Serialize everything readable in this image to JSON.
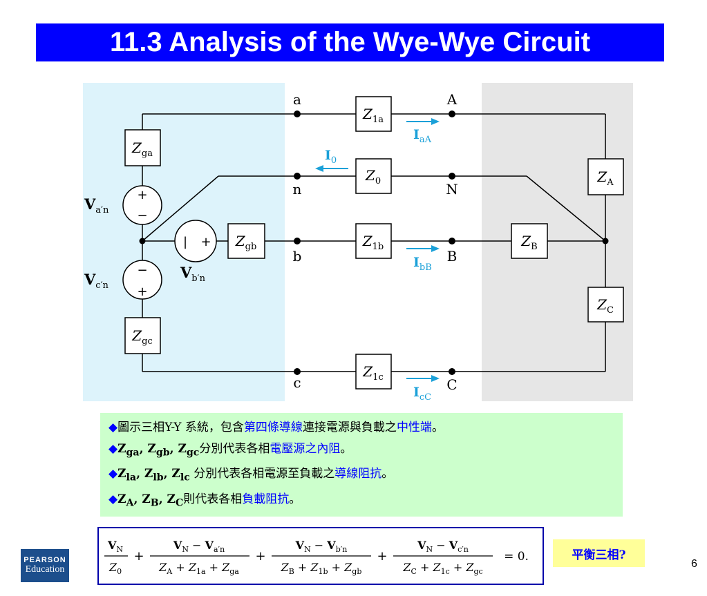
{
  "title": "11.3 Analysis of the Wye-Wye Circuit",
  "colors": {
    "title_bg": "#0000ff",
    "source_bg": "#ddf3fb",
    "load_bg": "#e6e6e6",
    "current_arrow": "#1aa0d8",
    "desc_bg": "#ccffcc",
    "note_bg": "#ffff99"
  },
  "circuit": {
    "nodes": {
      "a": "a",
      "A": "A",
      "n": "n",
      "N": "N",
      "b": "b",
      "B": "B",
      "c": "c",
      "C": "C"
    },
    "impedances": {
      "Zga": "ga",
      "Zgb": "gb",
      "Zgc": "gc",
      "Z1a": "1a",
      "Z0": "0",
      "Z1b": "1b",
      "Z1c": "1c",
      "ZA": "A",
      "ZB": "B",
      "ZC": "C"
    },
    "currents": {
      "IaA": "aA",
      "I0": "0",
      "IbB": "bB",
      "IcC": "cC"
    },
    "sources": {
      "Van": "a′n",
      "Vbn": "b′n",
      "Vcn": "c′n"
    }
  },
  "description": {
    "line1": {
      "prefix": "圖示三相Y-Y 系統，包含",
      "hl1": "第四條導線",
      "mid": "連接電源與負載之",
      "hl2": "中性端",
      "suffix": "。"
    },
    "line2": {
      "text": "分別代表各相",
      "hl": "電壓源之內阻",
      "suffix": "。"
    },
    "line3": {
      "text": " 分別代表各相電源至負載之",
      "hl": "導線阻抗",
      "suffix": "。"
    },
    "line4": {
      "text": "則代表各相",
      "hl": "負載阻抗",
      "suffix": "。"
    }
  },
  "equation": {
    "term1_num": "N",
    "term1_den": "0",
    "term2_num": "N − V",
    "term2_num_sub": "a′n",
    "term2_den": "A + Z1a + Zga",
    "term3_num_sub": "b′n",
    "term3_den": "B + Z1b + Zgb",
    "term4_num_sub": "c′n",
    "term4_den": "C + Z1c + Zgc",
    "rhs": "= 0."
  },
  "note": "平衡三相?",
  "page_number": "6",
  "logo": {
    "top": "PEARSON",
    "bottom": "Education"
  }
}
